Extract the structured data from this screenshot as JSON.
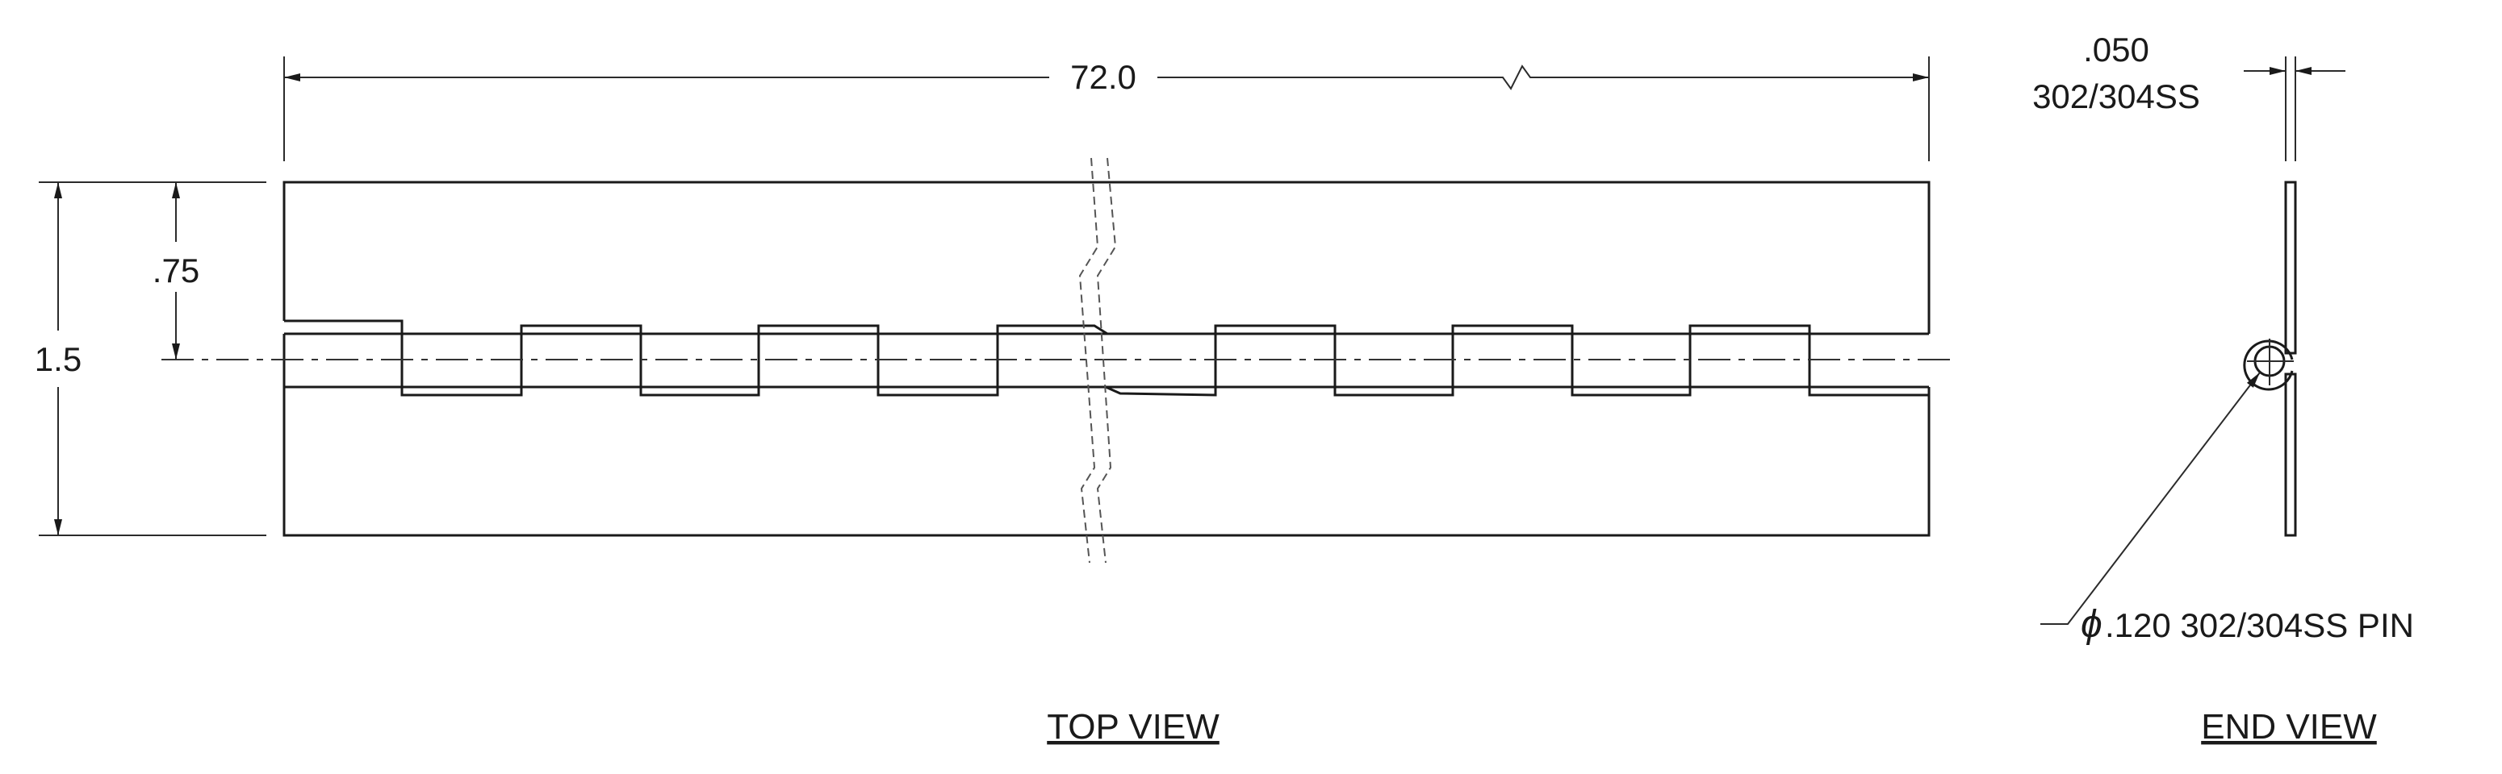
{
  "drawing": {
    "length_dim": "72.0",
    "height_dim": "1.5",
    "half_height_dim": ".75",
    "thickness_dim": ".050",
    "leaf_material": "302/304SS",
    "pin_symbol": "ϕ",
    "pin_callout": ".120 302/304SS PIN",
    "top_view_label": "TOP VIEW",
    "end_view_label": "END VIEW"
  }
}
